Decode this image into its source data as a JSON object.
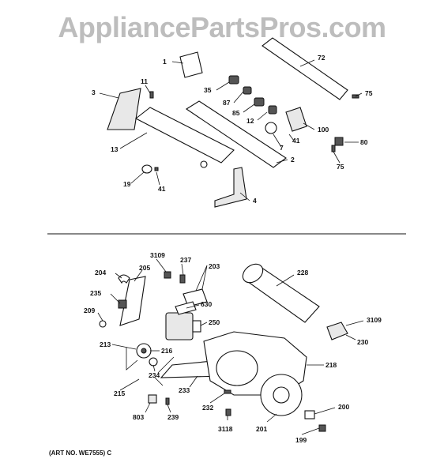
{
  "watermark": "AppliancePartsPros.com",
  "art_number": "(ART NO. WE7555) C",
  "upper_labels": [
    "1",
    "72",
    "11",
    "35",
    "75",
    "3",
    "87",
    "85",
    "12",
    "100",
    "7",
    "41",
    "80",
    "13",
    "75",
    "2",
    "19",
    "41",
    "4"
  ],
  "lower_labels": [
    "3109",
    "237",
    "204",
    "205",
    "203",
    "228",
    "235",
    "630",
    "209",
    "250",
    "3109",
    "213",
    "216",
    "230",
    "234",
    "218",
    "215",
    "233",
    "232",
    "200",
    "803",
    "239",
    "3118",
    "201",
    "199"
  ]
}
